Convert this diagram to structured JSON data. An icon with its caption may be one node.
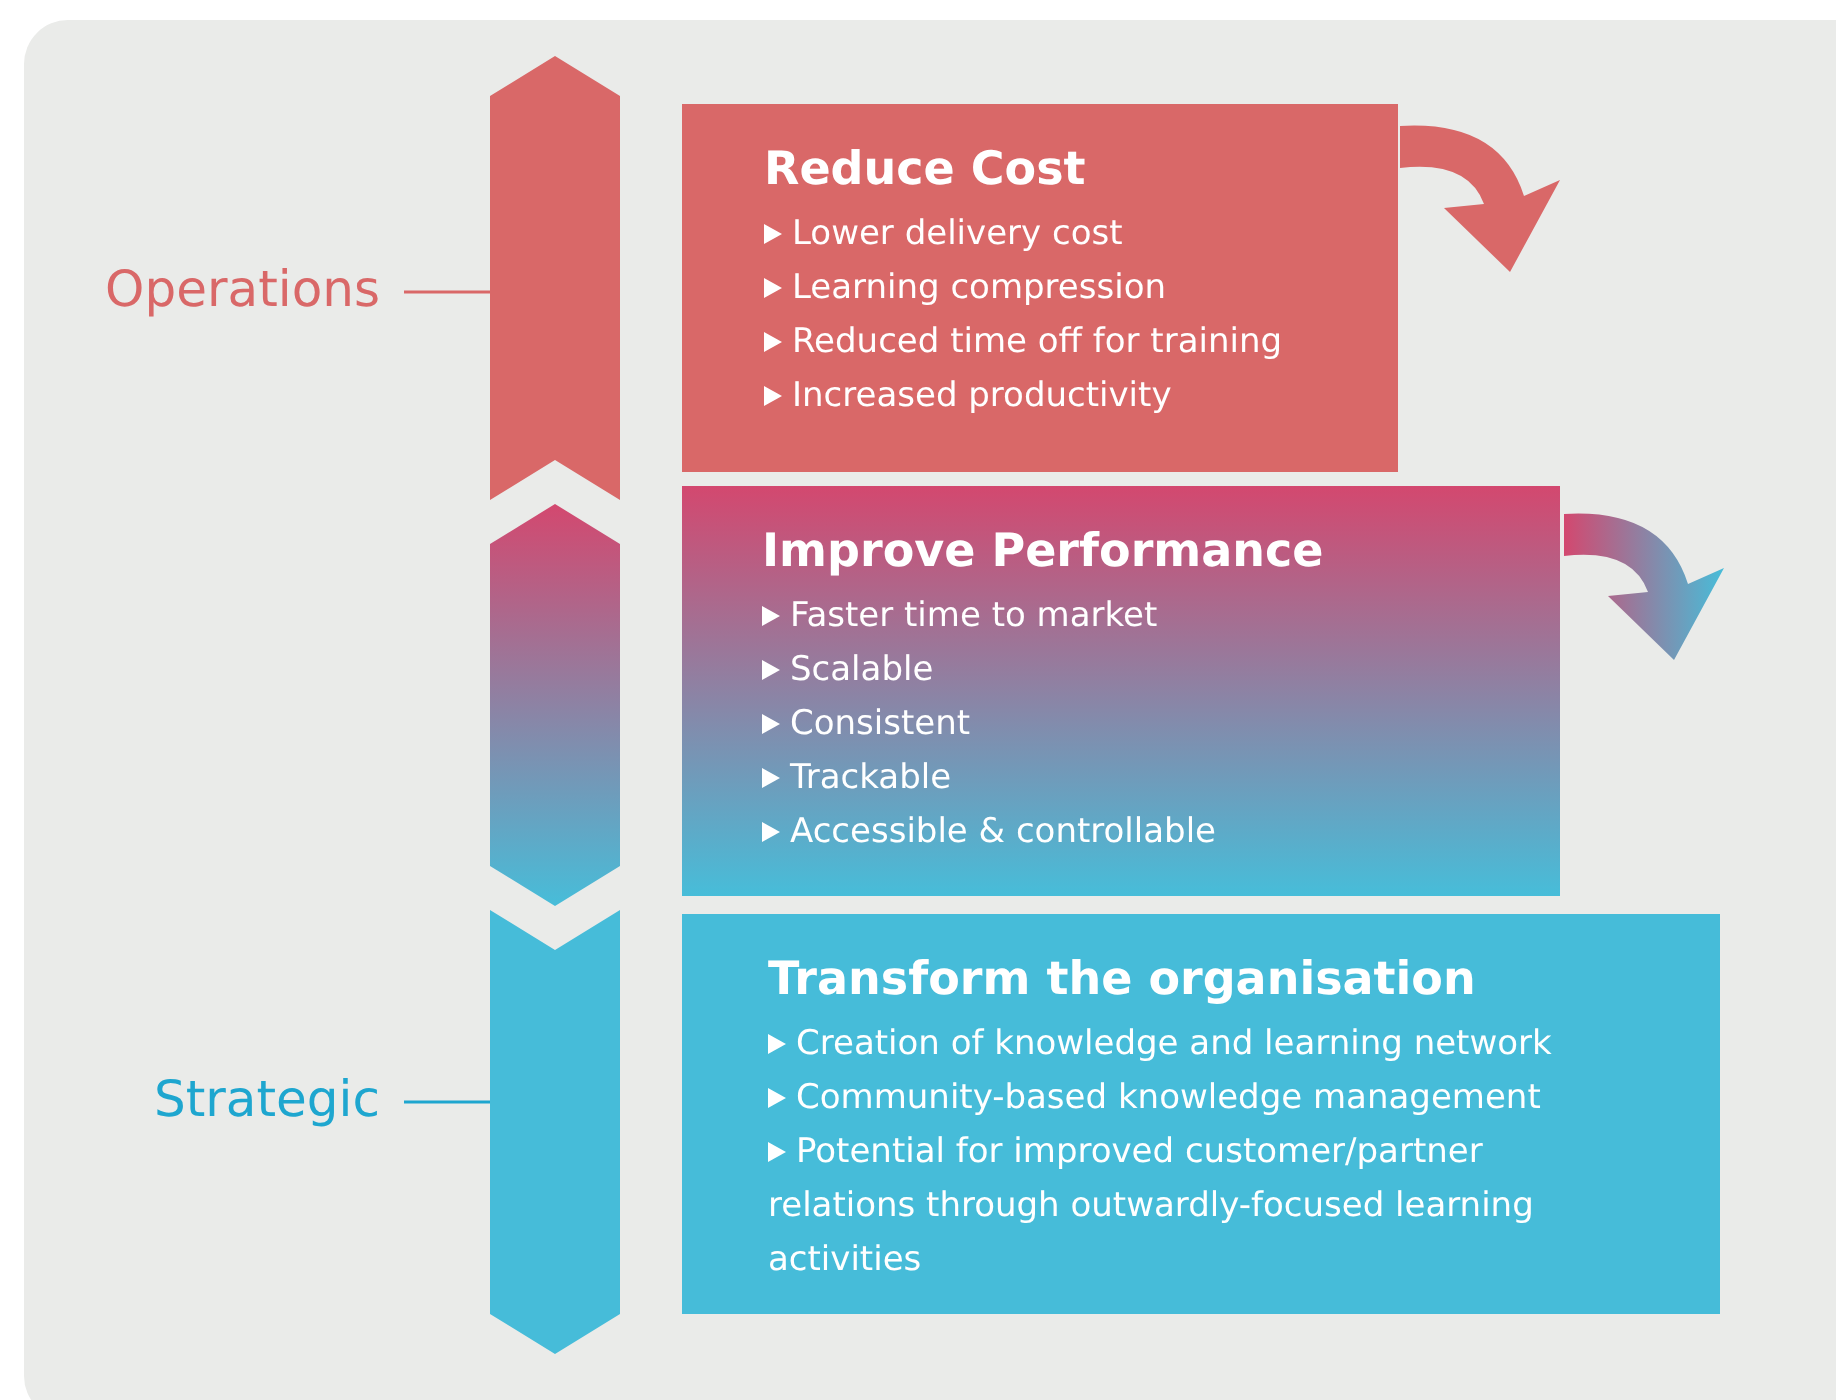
{
  "diagram": {
    "nodes": [
      {
        "text": [
          "Operations"
        ]
      },
      {
        "text": [],
        "shape": "chevron"
      },
      {
        "text": [
          "Reduce Cost",
          "Lower delivery cost",
          "Learning compression",
          "Reduced time off for training",
          "Increased productivity"
        ]
      },
      {
        "text": [],
        "shape": "chevron"
      },
      {
        "text": [
          "Improve Performance",
          "Faster time to market",
          "Scalable",
          "Consistent",
          "Trackable",
          "Accessible & controllable"
        ]
      },
      {
        "text": [
          "Strategic"
        ]
      },
      {
        "text": [],
        "shape": "chevron"
      },
      {
        "text": [
          "Transform the organisation",
          "Creation of knowledge and learning network",
          "Community-based knowledge management",
          "Potential for improved customer/partner relations through outwardly-focused learning activities"
        ]
      }
    ],
    "edges": [
      {
        "from": 0,
        "to": 1,
        "arrow": "none",
        "color": "#d96868"
      },
      {
        "from": 5,
        "to": 6,
        "arrow": "none",
        "color": "#1ea6cf"
      }
    ]
  }
}
